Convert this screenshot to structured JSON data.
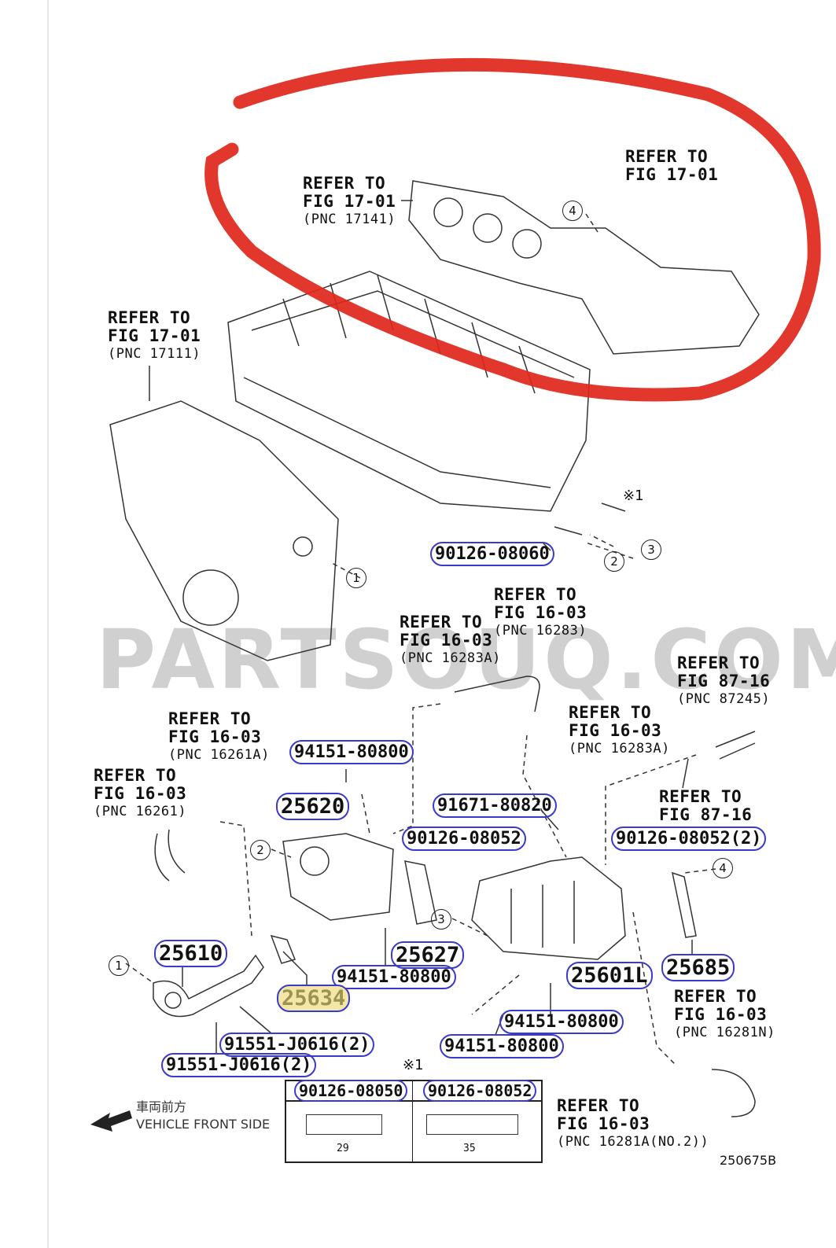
{
  "watermark": "PARTSOUQ.COM",
  "references": [
    {
      "l1": "REFER TO",
      "l2": "FIG 17-01",
      "pnc": "(PNC 17141)"
    },
    {
      "l1": "REFER TO",
      "l2": "FIG 17-01",
      "pnc": ""
    },
    {
      "l1": "REFER TO",
      "l2": "FIG 17-01",
      "pnc": "(PNC 17111)"
    },
    {
      "l1": "REFER TO",
      "l2": "FIG 16-03",
      "pnc": "(PNC 16283)"
    },
    {
      "l1": "REFER TO",
      "l2": "FIG 16-03",
      "pnc": "(PNC 16283A)"
    },
    {
      "l1": "REFER TO",
      "l2": "FIG 87-16",
      "pnc": "(PNC 87245)"
    },
    {
      "l1": "REFER TO",
      "l2": "FIG 16-03",
      "pnc": "(PNC 16283A)"
    },
    {
      "l1": "REFER TO",
      "l2": "FIG 16-03",
      "pnc": "(PNC 16261A)"
    },
    {
      "l1": "REFER TO",
      "l2": "FIG 16-03",
      "pnc": "(PNC 16261)"
    },
    {
      "l1": "REFER TO",
      "l2": "FIG 87-16",
      "pnc": ""
    },
    {
      "l1": "REFER TO",
      "l2": "FIG 16-03",
      "pnc": "(PNC 16281N)"
    },
    {
      "l1": "REFER TO",
      "l2": "FIG 16-03",
      "pnc": "(PNC 16281A(NO.2))"
    }
  ],
  "parts": {
    "p90126_08060": "90126-08060",
    "p94151_a": "94151-80800",
    "p25620": "25620",
    "p91671": "91671-80820",
    "p90126_08052": "90126-08052",
    "p90126_08052_2": "90126-08052(2)",
    "p25610": "25610",
    "p25627": "25627",
    "p94151_b": "94151-80800",
    "p25601L": "25601L",
    "p25685": "25685",
    "p25634": "25634",
    "p94151_c": "94151-80800",
    "p94151_d": "94151-80800",
    "p91551_a": "91551-J0616(2)",
    "p91551_b": "91551-J0616(2)"
  },
  "markers": {
    "one": "1",
    "two": "2",
    "three": "3",
    "four": "4",
    "note": "※1"
  },
  "stud_table": {
    "headers": [
      "90126-08050",
      "90126-08052"
    ],
    "lengths": [
      "29",
      "35"
    ]
  },
  "direction": {
    "jp": "車両前方",
    "en": "VEHICLE FRONT SIDE"
  },
  "illustration_code": "250675B",
  "colors": {
    "highlight_stroke": "#e0261a",
    "callout_border": "#3a3acc",
    "highlight_fill": "#f3e6a6"
  }
}
